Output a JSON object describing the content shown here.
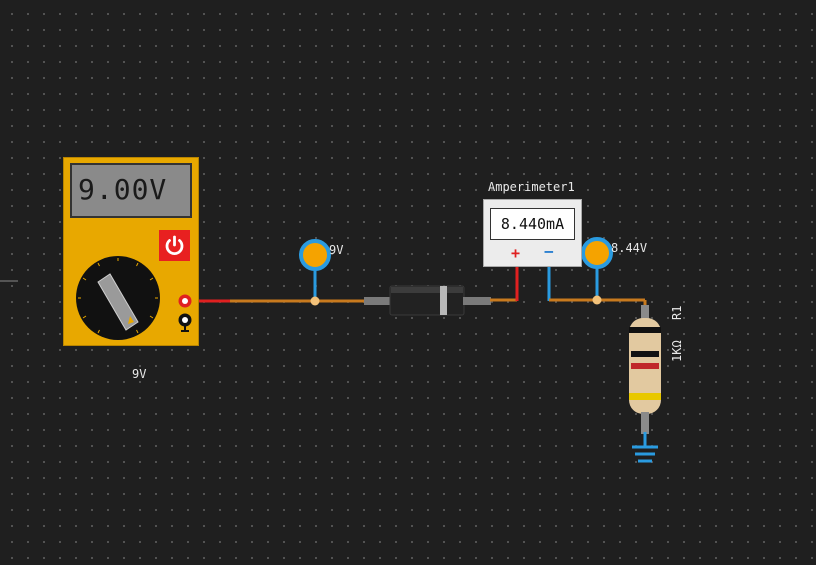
{
  "power_supply": {
    "display_value": "9.00V",
    "label": "9V"
  },
  "probes": [
    {
      "label": "9V"
    },
    {
      "label": "8.44V"
    }
  ],
  "ammeter": {
    "name": "Amperimeter1",
    "display_value": "8.440mA",
    "plus_symbol": "+",
    "minus_symbol": "−"
  },
  "resistor": {
    "designator": "R1",
    "value": "1KΩ"
  },
  "colors": {
    "canvas": "#1f1f1f",
    "wire": "#c87a1e",
    "wire_positive": "#e02020",
    "wire_terminal": "#2a9be0",
    "probe": "#f5a300",
    "psu_body": "#e8a800"
  }
}
